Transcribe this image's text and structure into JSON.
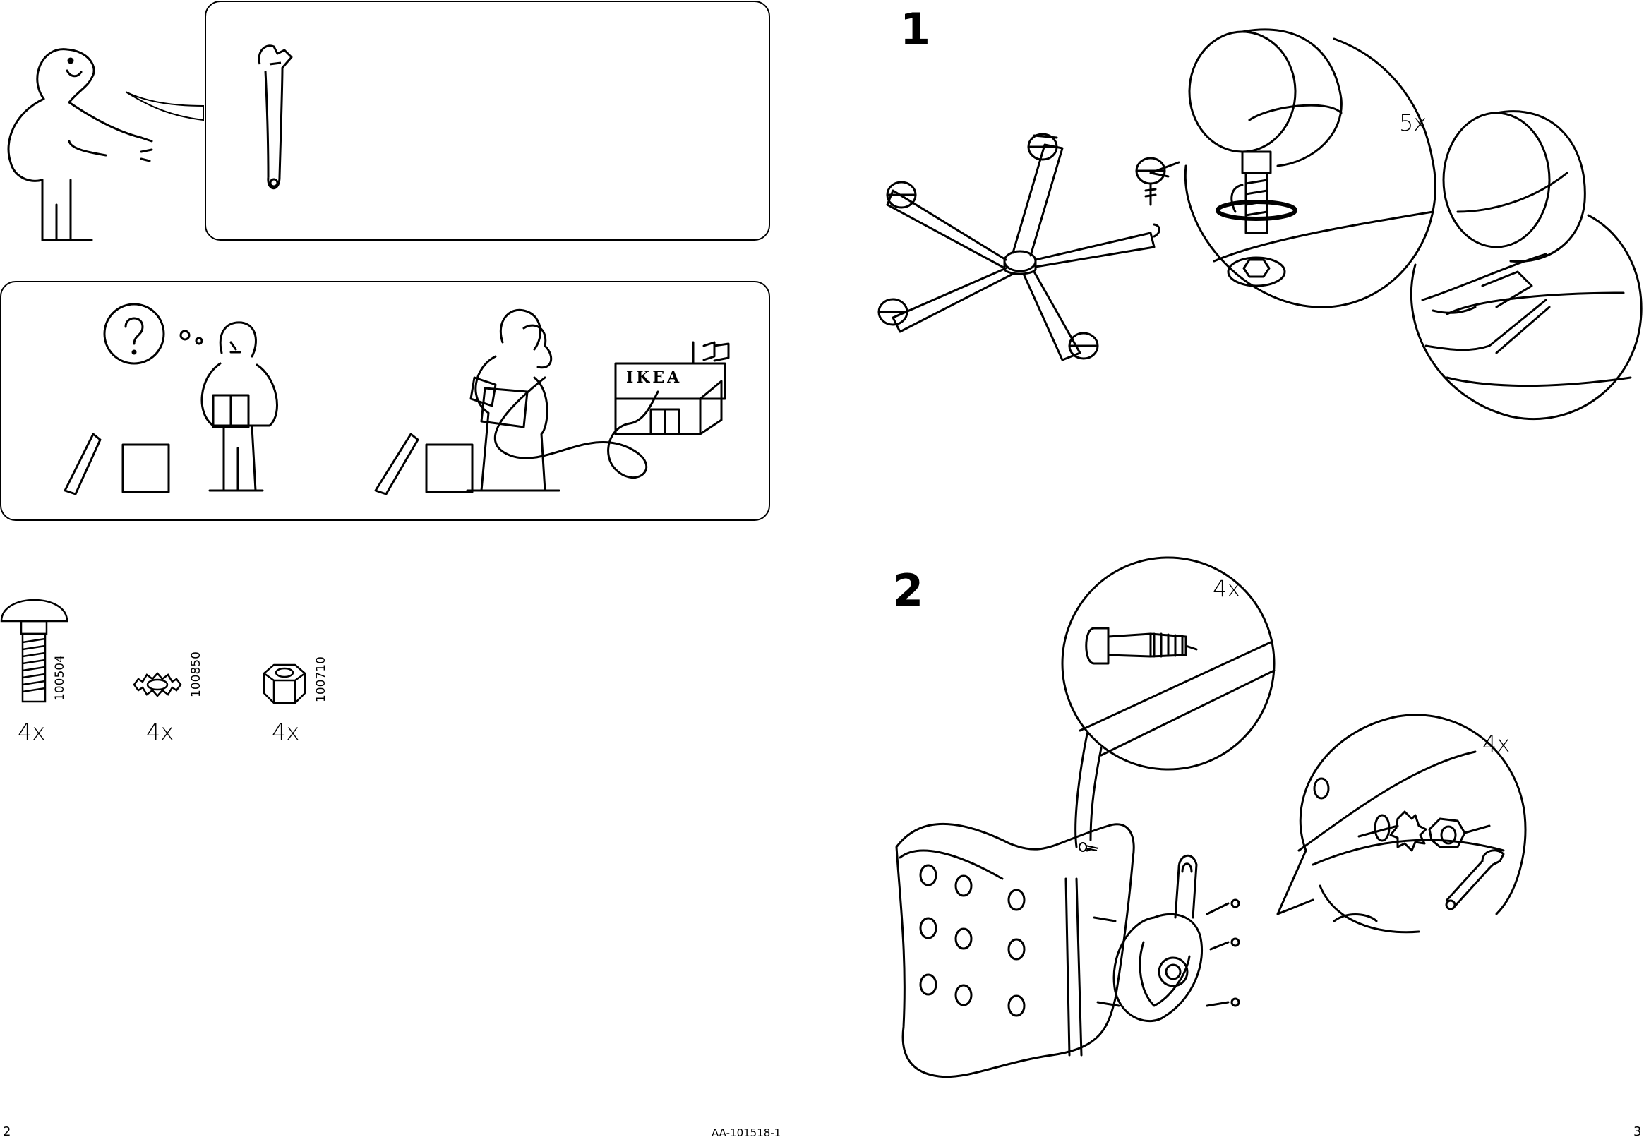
{
  "ikea_sign": "IKEA",
  "parts": [
    {
      "number": "100504",
      "qty": "4x",
      "icon": "carriage-bolt-icon"
    },
    {
      "number": "100850",
      "qty": "4x",
      "icon": "lock-washer-icon"
    },
    {
      "number": "100710",
      "qty": "4x",
      "icon": "hex-nut-icon"
    }
  ],
  "steps": [
    {
      "number": "1",
      "detail_qty": "5x"
    },
    {
      "number": "2",
      "detail_qty_bolt": "4x",
      "detail_qty_nut": "4x"
    }
  ],
  "footer": {
    "page_left": "2",
    "page_right": "3",
    "doc_id": "AA-101518-1"
  }
}
